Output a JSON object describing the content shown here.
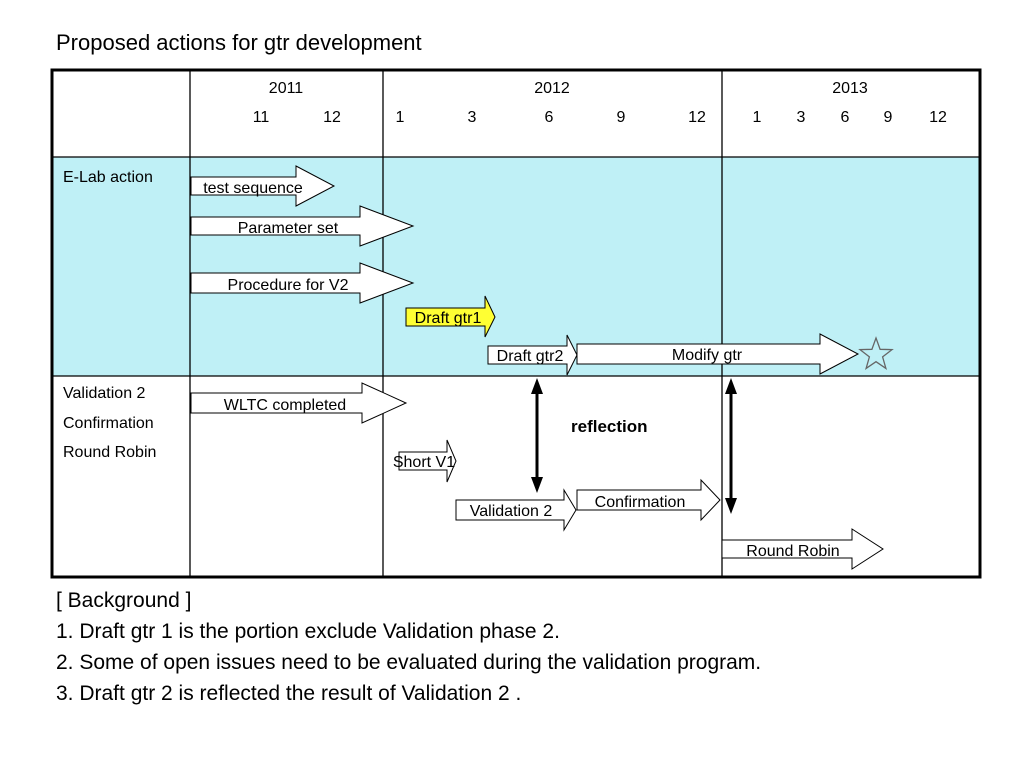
{
  "title": "Proposed actions for gtr development",
  "colors": {
    "band_fill": "#bff0f6",
    "highlight_fill": "#ffff33",
    "frame": "#000000"
  },
  "timeline": {
    "years": [
      "2011",
      "2012",
      "2013"
    ],
    "months_2011": [
      "11",
      "12"
    ],
    "months_2012": [
      "1",
      "3",
      "6",
      "9",
      "12"
    ],
    "months_2013": [
      "1",
      "3",
      "6",
      "9",
      "12"
    ]
  },
  "rows": {
    "elab": "E-Lab action",
    "validation": [
      "Validation 2",
      "Confirmation",
      "Round Robin"
    ]
  },
  "arrows": {
    "test_sequence": "test sequence",
    "parameter_set": "Parameter set",
    "procedure_v2": "Procedure for V2",
    "draft_gtr1": "Draft gtr1",
    "draft_gtr2": "Draft gtr2",
    "modify_gtr": "Modify gtr",
    "wltc_completed": "WLTC completed",
    "short_v1": "Short V1",
    "validation2": "Validation 2",
    "confirmation": "Confirmation",
    "round_robin": "Round Robin"
  },
  "reflection_label": "reflection",
  "milestone_icon": "star-icon",
  "background": {
    "heading": "[ Background ]",
    "notes": [
      "1. Draft gtr 1 is the portion exclude Validation phase 2.",
      "2. Some of open issues need to be evaluated during the validation program.",
      "3. Draft gtr 2 is reflected the result of Validation 2 ."
    ]
  }
}
